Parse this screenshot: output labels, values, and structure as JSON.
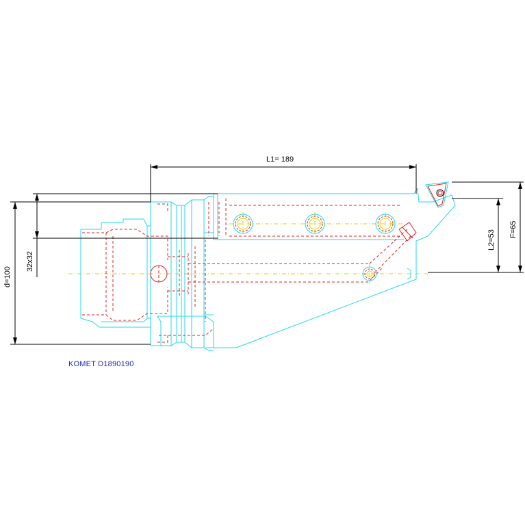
{
  "drawing": {
    "caption": "KOMET  D1890190",
    "dimensions": {
      "L1": "L1= 189",
      "d": "d=100",
      "shank": "32x32",
      "L2": "L2=53",
      "F": "F=65"
    }
  },
  "colors": {
    "outline": "#22d8ea",
    "hidden": "#e02020",
    "centerline": "#e6d200",
    "dimension": "#000000",
    "caption": "#2a2ab8"
  }
}
